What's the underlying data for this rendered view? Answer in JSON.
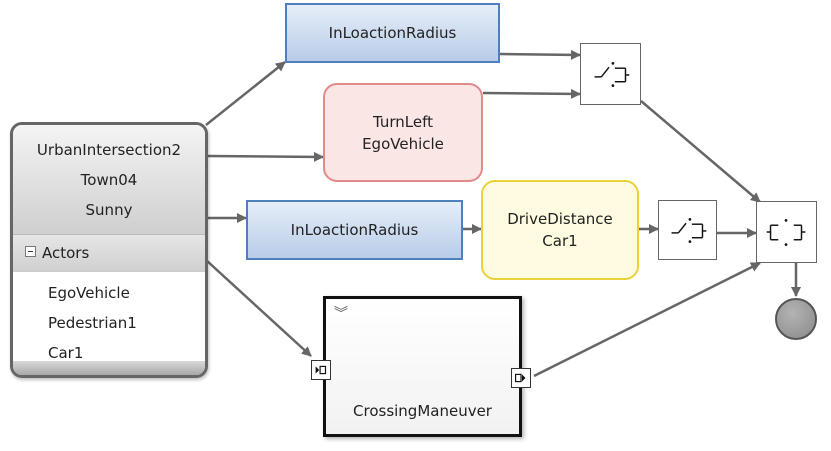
{
  "scenario": {
    "name": "UrbanIntersection2",
    "map": "Town04",
    "weather": "Sunny",
    "actors_header": "Actors",
    "actors": [
      "EgoVehicle",
      "Pedestrian1",
      "Car1"
    ]
  },
  "nodes": {
    "top_condition": {
      "label": "InLoactionRadius"
    },
    "turn_left": {
      "line1": "TurnLeft",
      "line2": "EgoVehicle"
    },
    "mid_condition": {
      "label": "InLoactionRadius"
    },
    "drive_distance": {
      "line1": "DriveDistance",
      "line2": "Car1"
    },
    "maneuver": {
      "label": "CrossingManeuver"
    }
  },
  "colors": {
    "condition_border": "#4f7fbf",
    "action_red_border": "#e08a8a",
    "action_yellow_border": "#e9d23a",
    "arrow": "#666666"
  }
}
